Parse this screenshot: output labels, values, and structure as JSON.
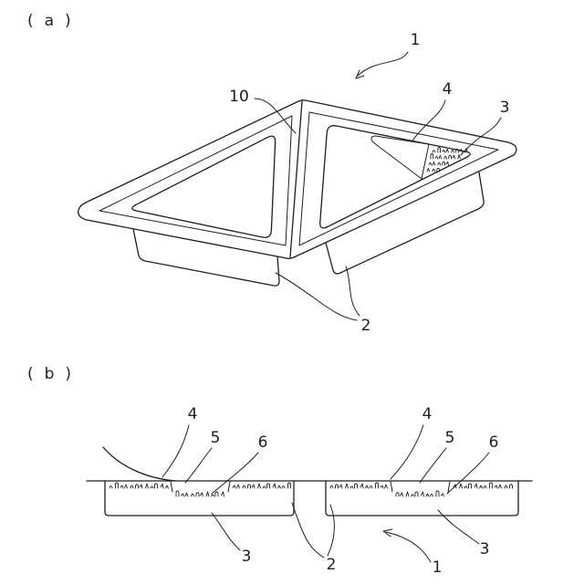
{
  "figure_a": {
    "label": "(a)",
    "refs": [
      "1",
      "10",
      "4",
      "3",
      "2"
    ]
  },
  "figure_b": {
    "label": "(b)",
    "refs": [
      "4",
      "5",
      "6",
      "4",
      "5",
      "6",
      "3",
      "2",
      "1",
      "3"
    ]
  }
}
